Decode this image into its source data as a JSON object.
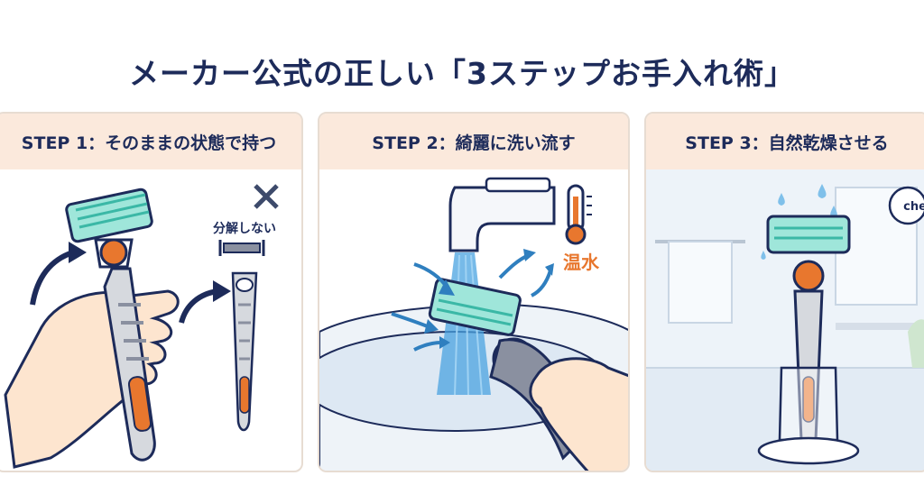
{
  "title": "メーカー公式の正しい「3ステップお手入れ術」",
  "steps": [
    {
      "label": "STEP 1：そのままの状態で持つ",
      "note": "分解しない"
    },
    {
      "label": "STEP 2：綺麗に洗い流す",
      "temp_label": "温水"
    },
    {
      "label": "STEP 3：自然乾燥させる",
      "badge": "che"
    }
  ],
  "colors": {
    "navy": "#1d2b5a",
    "header_bg": "#fbe9dc",
    "orange": "#e8772e",
    "water": "#4aa3e0",
    "blade_teal": "#3bb8a6",
    "skin": "#fde5cf"
  },
  "icons": [
    "cross-icon",
    "thermometer-icon",
    "curved-arrow-icon",
    "water-drop-icon"
  ]
}
